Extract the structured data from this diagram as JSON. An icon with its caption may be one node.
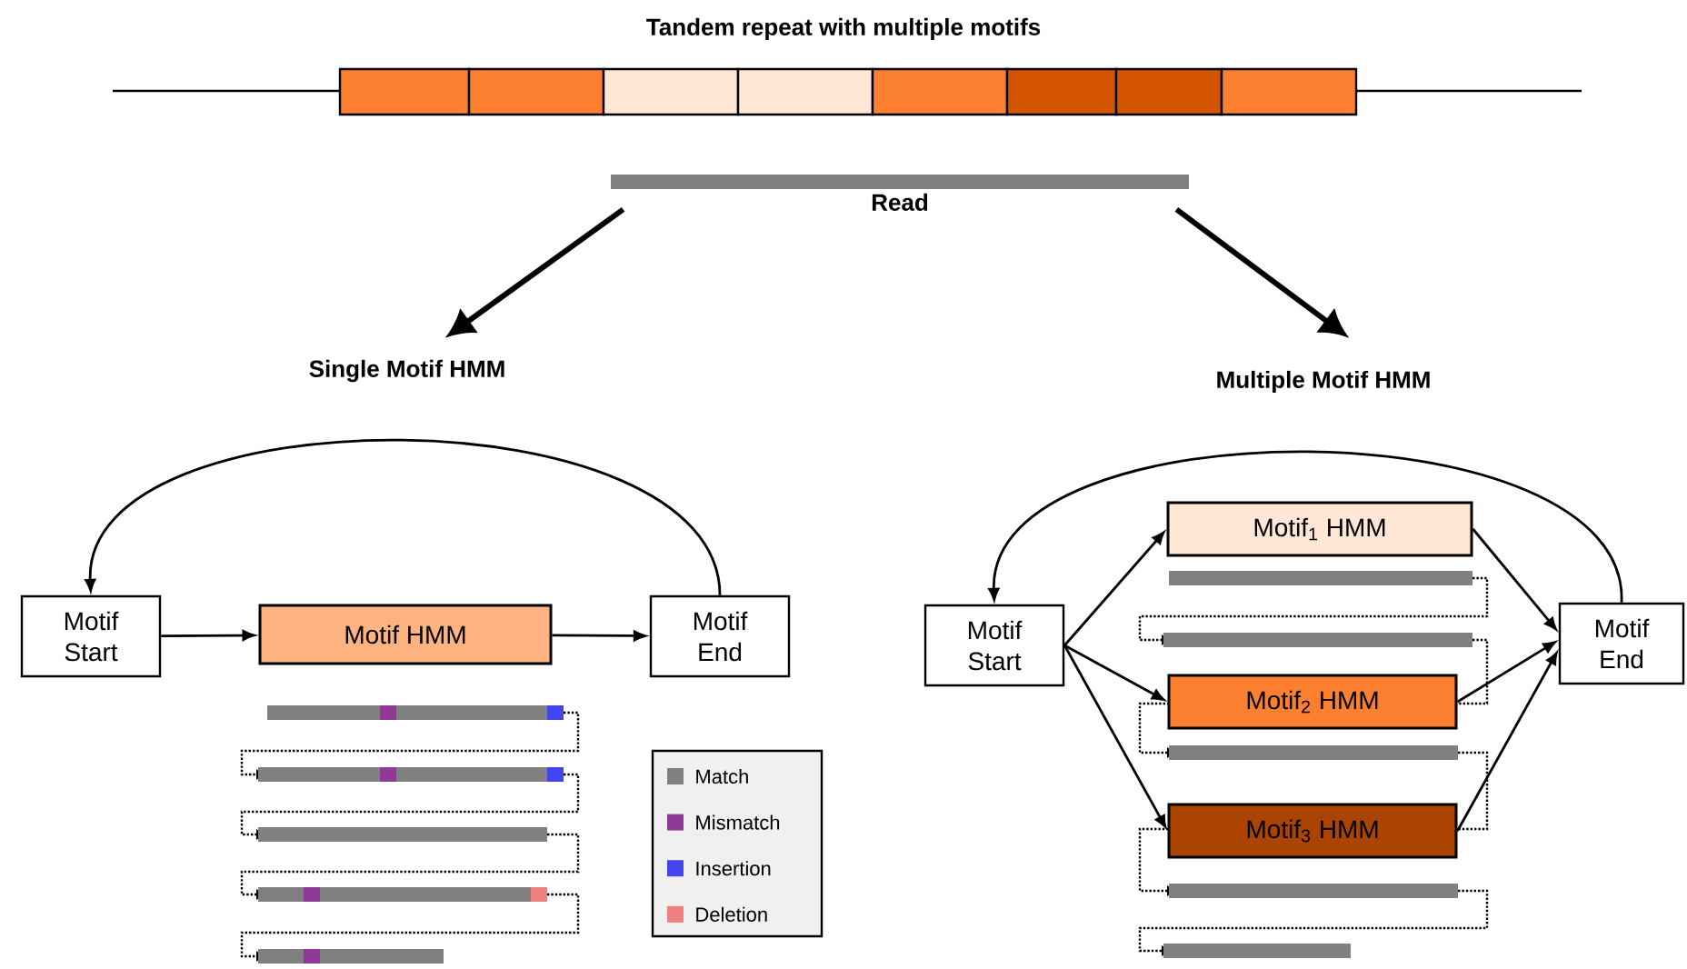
{
  "diagram": {
    "title": "Tandem repeat with multiple motifs",
    "nodes": [
      {
        "text": [
          "Motif Start"
        ]
      },
      {
        "text": [
          "Motif HMM"
        ]
      },
      {
        "text": [
          "Motif End"
        ]
      },
      {
        "text": [
          "Motif Start"
        ]
      },
      {
        "text": [
          "Motif$_{1}$ HMM"
        ]
      },
      {
        "text": [
          "Motif$_{2}$ HMM"
        ]
      },
      {
        "text": [
          "Motif$_{3}$ HMM"
        ]
      },
      {
        "text": [
          "Motif End"
        ]
      },
      {
        "text": [
          "Read"
        ]
      },
      {
        "text": [
          "Single Motif HMM"
        ]
      },
      {
        "text": [
          "Multiple Motif HMM"
        ]
      }
    ],
    "edges": [
      {
        "from": 0,
        "to": 1,
        "arrow": "to"
      },
      {
        "from": 1,
        "to": 2,
        "arrow": "to"
      },
      {
        "from": 2,
        "to": 0,
        "arrow": "to"
      },
      {
        "from": 3,
        "to": 4,
        "arrow": "to"
      },
      {
        "from": 3,
        "to": 5,
        "arrow": "to"
      },
      {
        "from": 3,
        "to": 6,
        "arrow": "to"
      },
      {
        "from": 4,
        "to": 7,
        "arrow": "to"
      },
      {
        "from": 5,
        "to": 7,
        "arrow": "to"
      },
      {
        "from": 6,
        "to": 7,
        "arrow": "to"
      },
      {
        "from": 7,
        "to": 3,
        "arrow": "to"
      },
      {
        "from": 8,
        "to": 9,
        "arrow": "to",
        "style": "thick"
      },
      {
        "from": 8,
        "to": 10,
        "arrow": "to",
        "style": "thick"
      }
    ],
    "legend": [
      {
        "text": "Match",
        "color": "#808080"
      },
      {
        "text": "Mismatch",
        "color": "#8e3a96"
      },
      {
        "text": "Insertion",
        "color": "#4444ee"
      },
      {
        "text": "Deletion",
        "color": "#f08080"
      }
    ]
  }
}
